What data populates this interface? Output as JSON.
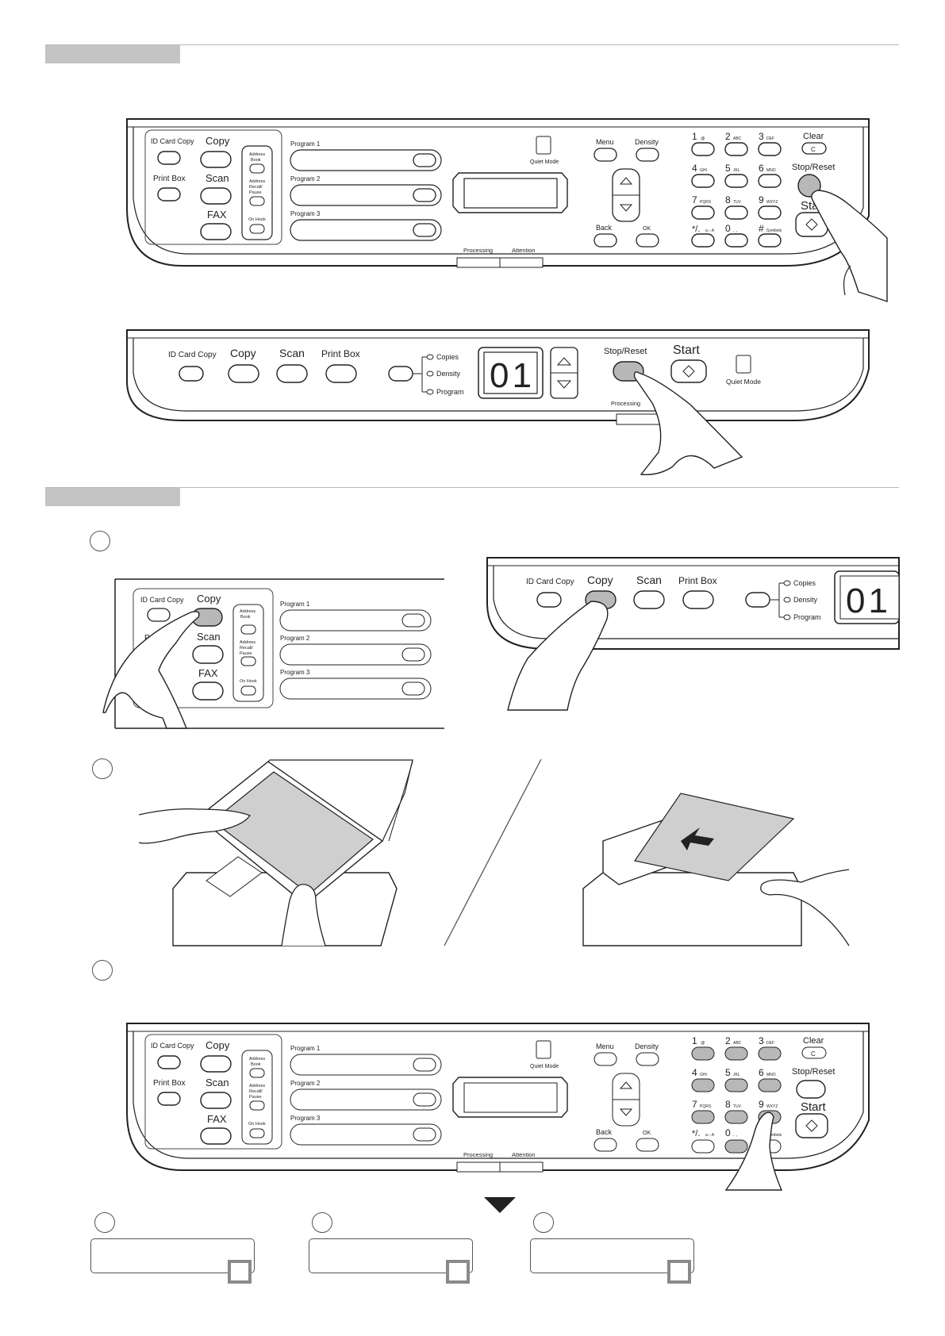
{
  "panel_large": {
    "id_card_copy": "ID Card Copy",
    "copy": "Copy",
    "print_box": "Print Box",
    "scan": "Scan",
    "fax": "FAX",
    "address_book": "Address Book",
    "address_recall": "Address Recall/ Pause",
    "on_hook": "On Hook",
    "programs": [
      "Program 1",
      "Program 2",
      "Program 3"
    ],
    "program_slots": [
      "Copy",
      "Scan",
      "FAX",
      "Print Box"
    ],
    "quiet_mode": "Quiet Mode",
    "menu": "Menu",
    "density": "Density",
    "back": "Back",
    "ok": "OK",
    "clear": "Clear",
    "clear_key": "C",
    "stop_reset": "Stop/Reset",
    "start": "Start",
    "processing": "Processing",
    "attention": "Attention",
    "keys": [
      {
        "num": "1",
        "sub": ".@"
      },
      {
        "num": "2",
        "sub": "ABC"
      },
      {
        "num": "3",
        "sub": "DEF"
      },
      {
        "num": "4",
        "sub": "GHI"
      },
      {
        "num": "5",
        "sub": "JKL"
      },
      {
        "num": "6",
        "sub": "MNO"
      },
      {
        "num": "7",
        "sub": "PQRS"
      },
      {
        "num": "8",
        "sub": "TUV"
      },
      {
        "num": "9",
        "sub": "WXYZ"
      },
      {
        "num": "*/.",
        "sub": "a⇔A"
      },
      {
        "num": "0",
        "sub": ". ,"
      },
      {
        "num": "#",
        "sub": "Symbols"
      }
    ]
  },
  "panel_small": {
    "id_card_copy": "ID Card Copy",
    "copy": "Copy",
    "scan": "Scan",
    "print_box": "Print Box",
    "copies": "Copies",
    "density": "Density",
    "program": "Program",
    "display": "01",
    "stop_reset": "Stop/Reset",
    "start": "Start",
    "quiet_mode": "Quiet Mode",
    "processing": "Processing"
  }
}
